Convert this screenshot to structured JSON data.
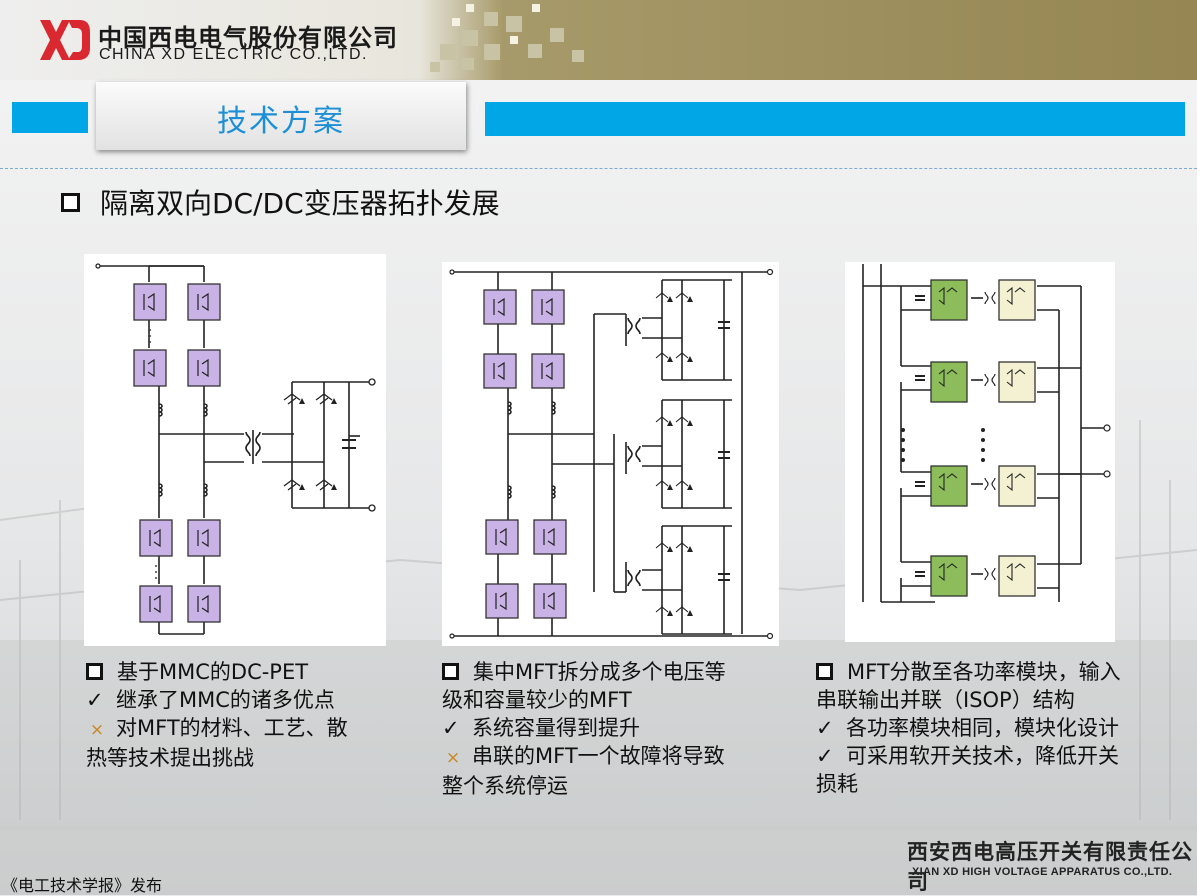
{
  "header": {
    "logo_text": "XD",
    "company_cn": "中国西电电气股份有限公司",
    "company_en": "CHINA XD ELECTRIC CO.,LTD."
  },
  "title_tab": {
    "title": "技术方案"
  },
  "heading": "隔离双向DC/DC变压器拓扑发展",
  "panels": [
    {
      "lines": [
        {
          "marker": "square",
          "text": "基于MMC的DC-PET"
        },
        {
          "marker": "check",
          "text": "继承了MMC的诸多优点"
        },
        {
          "marker": "cross",
          "text": "对MFT的材料、工艺、散"
        },
        {
          "marker": "none",
          "text": "热等技术提出挑战"
        }
      ]
    },
    {
      "lines": [
        {
          "marker": "square",
          "text": "集中MFT拆分成多个电压等"
        },
        {
          "marker": "none",
          "text": "级和容量较少的MFT"
        },
        {
          "marker": "check",
          "text": "系统容量得到提升"
        },
        {
          "marker": "cross",
          "text": "串联的MFT一个故障将导致"
        },
        {
          "marker": "none",
          "text": "整个系统停运"
        }
      ]
    },
    {
      "lines": [
        {
          "marker": "square",
          "text": "MFT分散至各功率模块，输入"
        },
        {
          "marker": "none",
          "text": "串联输出并联（ISOP）结构"
        },
        {
          "marker": "check",
          "text": "各功率模块相同，模块化设计"
        },
        {
          "marker": "check",
          "text": "可采用软开关技术，降低开关"
        },
        {
          "marker": "none",
          "text": "损耗"
        }
      ]
    }
  ],
  "footer": {
    "company_cn": "西安西电高压开关有限责任公司",
    "company_en": "XIAN XD HIGH VOLTAGE APPARATUS CO.,LTD.",
    "source": "《电工技术学报》发布"
  },
  "colors": {
    "accent_blue": "#00a6e6",
    "title_blue": "#1c8fd6",
    "module_purple": "#c9b2e6",
    "module_green": "#8cbd5a",
    "module_cream": "#f3f1d2",
    "cross_orange": "#c8861e"
  },
  "markers": {
    "check": "✓",
    "cross": "×"
  }
}
